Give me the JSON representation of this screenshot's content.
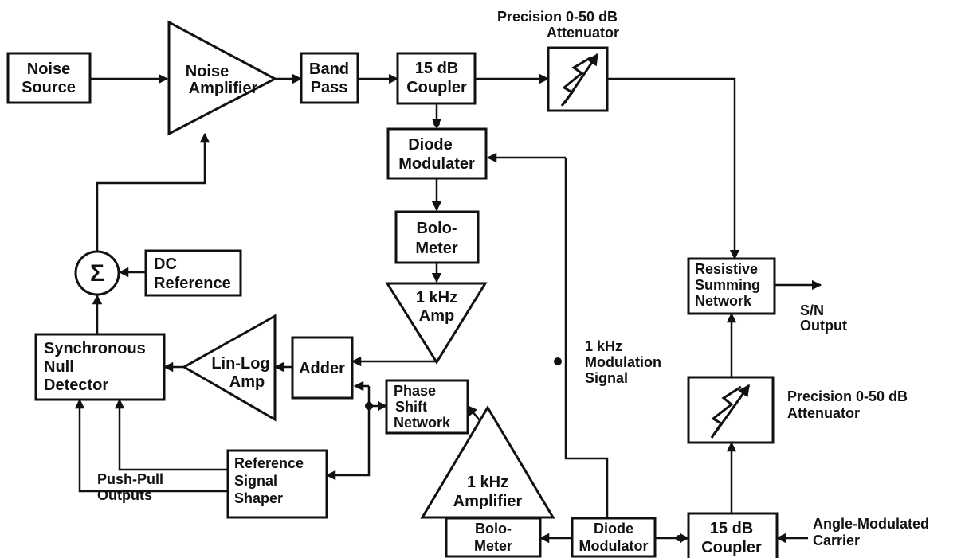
{
  "blocks": {
    "noise_source": [
      "Noise",
      "Source"
    ],
    "noise_amplifier": [
      "Noise",
      "Amplifier"
    ],
    "band_pass": [
      "Band",
      "Pass"
    ],
    "coupler_top": [
      "15 dB",
      "Coupler"
    ],
    "attenuator_top": [
      "Precision 0-50 dB",
      "Attenuator"
    ],
    "diode_modulator_top": [
      "Diode",
      "Modulater"
    ],
    "bolometer_top": [
      "Bolo-",
      "Meter"
    ],
    "amp_1khz": [
      "1 kHz",
      "Amp"
    ],
    "summing_junction": "Σ",
    "dc_reference": [
      "DC",
      "Reference"
    ],
    "sync_null_detector": [
      "Synchronous",
      "Null",
      "Detector"
    ],
    "lin_log_amp": [
      "Lin-Log",
      "Amp"
    ],
    "adder": "Adder",
    "phase_shift_network": [
      "Phase",
      "Shift",
      "Network"
    ],
    "reference_signal_shaper": [
      "Reference",
      "Signal",
      "Shaper"
    ],
    "amplifier_1khz": [
      "1 kHz",
      "Amplifier"
    ],
    "bolometer_bottom": [
      "Bolo-",
      "Meter"
    ],
    "diode_modulator_bottom": "Diode Modulator",
    "coupler_bottom": [
      "15 dB",
      "Coupler"
    ],
    "resistive_summing_network": [
      "Resistive",
      "Summing",
      "Network"
    ],
    "attenuator_bottom": [
      "Precision 0-50 dB",
      "Attenuator"
    ]
  },
  "labels": {
    "sn_output": [
      "S/N",
      "Output"
    ],
    "modulation_signal": [
      "1 kHz",
      "Modulation",
      "Signal"
    ],
    "push_pull_outputs": [
      "Push-Pull",
      "Outputs"
    ],
    "angle_modulated_carrier": [
      "Angle-Modulated",
      "Carrier"
    ]
  }
}
